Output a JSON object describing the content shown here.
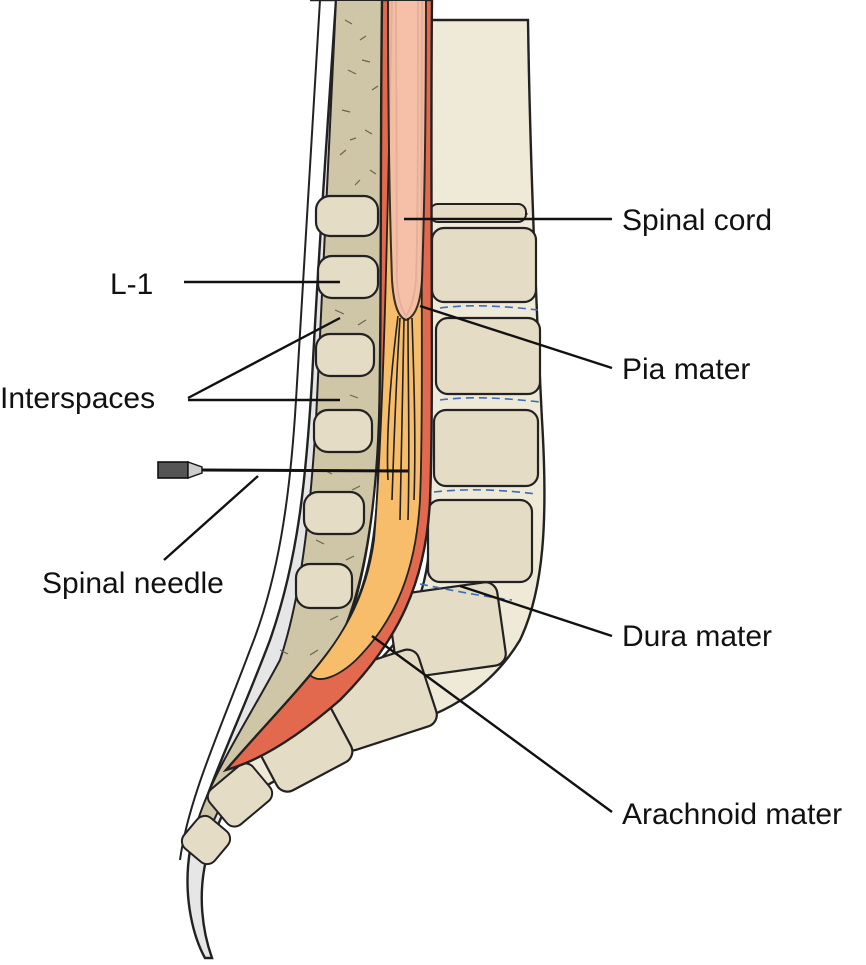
{
  "labels": {
    "spinal_cord": "Spinal cord",
    "l1": "L-1",
    "pia_mater": "Pia mater",
    "interspaces": "Interspaces",
    "spinal_needle": "Spinal needle",
    "dura_mater": "Dura mater",
    "arachnoid_mater": "Arachnoid mater"
  },
  "colors": {
    "bone": "#e4dcc4",
    "bone_dark": "#c9bea0",
    "ligament_band": "#cfc6a8",
    "skin": "#e7e7e7",
    "dura": "#e2694d",
    "cord": "#f6bfa8",
    "csf": "#f7bd6a",
    "disc_line": "#3a6fb5"
  }
}
